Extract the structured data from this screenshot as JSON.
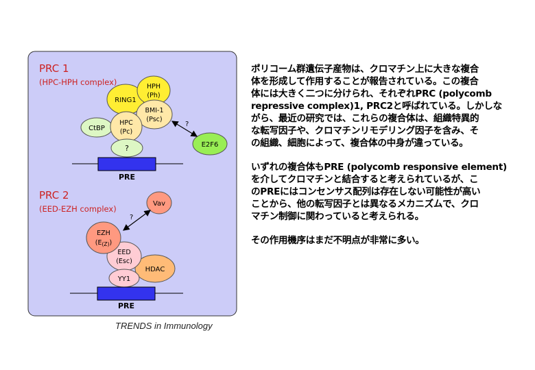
{
  "diagram": {
    "prc1": {
      "title": "PRC 1",
      "subtitle": "(HPC-HPH complex)",
      "nodes": {
        "hph_line1": "HPH",
        "hph_line2": "(Ph)",
        "ring1": "RING1",
        "bmi1_line1": "BMI-1",
        "bmi1_line2": "(Psc)",
        "hpc_line1": "HPC",
        "hpc_line2": "(Pc)",
        "ctbp": "CtBP",
        "unknown": "?",
        "e2f6": "E2F6"
      },
      "link_label": "?",
      "dna_label": "PRE"
    },
    "prc2": {
      "title": "PRC 2",
      "subtitle": "(EED-EZH complex)",
      "nodes": {
        "vav": "Vav",
        "ezh_line1": "EZH",
        "ezh_line2_main": "(E",
        "ezh_line2_sub": "(Z)",
        "ezh_line2_end": ")",
        "eed_line1": "EED",
        "eed_line2": "(Esc)",
        "hdac": "HDAC",
        "yy1": "YY1"
      },
      "link_label": "?",
      "dna_label": "PRE"
    },
    "colors": {
      "panel_bg": "#ccccf8",
      "title_red": "#cc2222",
      "yellow": "#ffee33",
      "cream": "#ffe8a8",
      "light_green": "#ddf7c4",
      "green": "#99ee55",
      "salmon": "#ff9980",
      "peach": "#ffccaa",
      "pink": "#ffccd4",
      "orange": "#ffbb77",
      "dna_blue": "#3333ee"
    }
  },
  "text": {
    "para1": "ポリコーム群遺伝子産物は、クロマチン上に大きな複合\n体を形成して作用することが報告されている。この複合\n体には大きく二つに分けられ、それぞれPRC (polycomb\nrepressive complex)1, PRC2と呼ばれている。しかしな\nがら、最近の研究では、これらの複合体は、組織特異的\nな転写因子や、クロマチンリモデリング因子を含み、そ\nの組織、細胞によって、複合体の中身が違っている。",
    "para2": "いずれの複合体もPRE (polycomb responsive element)\nを介してクロマチンと結合すると考えられているが、こ\nのPREにはコンセンサス配列は存在しない可能性が高い\nことから、他の転写因子とは異なるメカニズムで、クロ\nマチン制御に関わっていると考えられる。",
    "para3": "その作用機序はまだ不明点が非常に多い。"
  },
  "credit": "TRENDS in Immunology"
}
